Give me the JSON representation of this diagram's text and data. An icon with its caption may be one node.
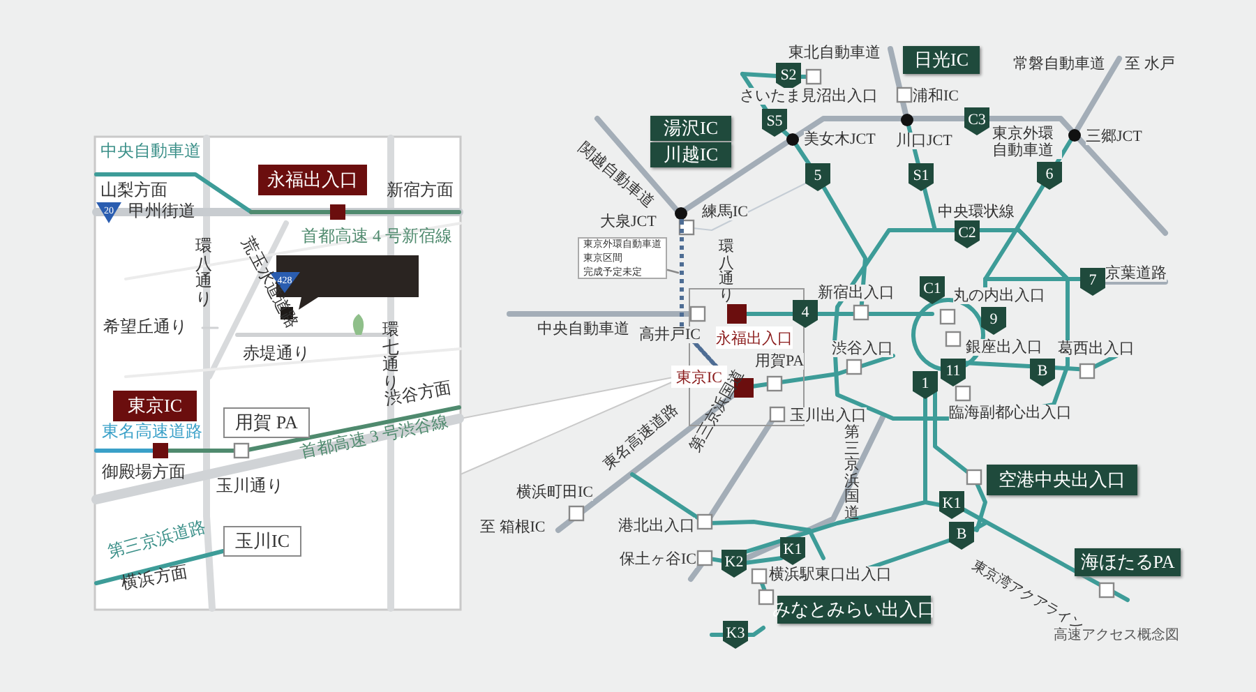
{
  "diagram": {
    "nodes": [
      {
        "text": [
          "永福出入口"
        ]
      },
      {
        "text": [],
        "shape": "box"
      },
      {
        "text": [
          "東京IC"
        ]
      },
      {
        "text": [
          "用賀 PA"
        ]
      },
      {
        "text": [
          "玉川IC"
        ]
      },
      {
        "text": [
          "20"
        ]
      },
      {
        "text": [
          "428"
        ]
      },
      {
        "text": [
          "湯沢IC"
        ]
      },
      {
        "text": [
          "川越IC"
        ]
      },
      {
        "text": [
          "日光IC"
        ]
      },
      {
        "text": [
          "東京外環自動車道",
          "東京区間",
          "完成予定未定"
        ]
      },
      {
        "text": [
          "永福出入口"
        ]
      },
      {
        "text": [
          "東京IC"
        ]
      },
      {
        "text": [
          "空港中央出入口"
        ]
      },
      {
        "text": [
          "海ほたるPA"
        ]
      },
      {
        "text": [
          "みなとみらい出入口"
        ]
      },
      {
        "text": [
          "S2"
        ]
      },
      {
        "text": [
          "S5"
        ]
      },
      {
        "text": [
          "5"
        ]
      },
      {
        "text": [
          "C3"
        ]
      },
      {
        "text": [
          "S1"
        ]
      },
      {
        "text": [
          "6"
        ]
      },
      {
        "text": [
          "C2"
        ]
      },
      {
        "text": [
          "C1"
        ]
      },
      {
        "text": [
          "4"
        ]
      },
      {
        "text": [
          "7"
        ]
      },
      {
        "text": [
          "9"
        ]
      },
      {
        "text": [
          "11"
        ]
      },
      {
        "text": [
          "1"
        ]
      },
      {
        "text": [
          "B"
        ]
      },
      {
        "text": [
          "K1"
        ]
      },
      {
        "text": [
          "B"
        ]
      },
      {
        "text": [
          "K1"
        ]
      },
      {
        "text": [
          "K2"
        ]
      },
      {
        "text": [
          "K3"
        ]
      },
      {
        "text": [],
        "shape": "bar"
      }
    ],
    "edges": [
      {
        "from": 10,
        "to": 35,
        "arrow": "none"
      }
    ],
    "labels": [
      "中央自動車道",
      "山梨方面",
      "甲州街道",
      "新宿方面",
      "首都高速 4 号新宿線",
      "環八通り",
      "荒玉水道道路",
      "希望丘通り",
      "赤堤通り",
      "環七通り",
      "渋谷方面",
      "東名高速道路",
      "御殿場方面",
      "玉川通り",
      "首都高速 3 号渋谷線",
      "第三京浜道路",
      "横浜方面",
      "東北自動車道",
      "さいたま見沼出入口",
      "美女木JCT",
      "関越自動車道",
      "練馬IC",
      "大泉JCT",
      "浦和IC",
      "川口JCT",
      "常磐自動車道",
      "至 水戸",
      "三郷JCT",
      "東京外環自動車道",
      "中央環状線",
      "京葉道路",
      "環八通り",
      "新宿出入口",
      "丸の内出入口",
      "中央自動車道",
      "高井戸IC",
      "用賀PA",
      "渋谷入口",
      "銀座出入口",
      "葛西出入口",
      "玉川出入口",
      "臨海副都心出入口",
      "東名高速道路",
      "第三京浜国道",
      "第三京浜国道",
      "横浜町田IC",
      "至 箱根IC",
      "港北出入口",
      "保土ヶ谷IC",
      "横浜駅東口出入口",
      "東京湾アクアライン",
      "高速アクセス概念図"
    ]
  }
}
